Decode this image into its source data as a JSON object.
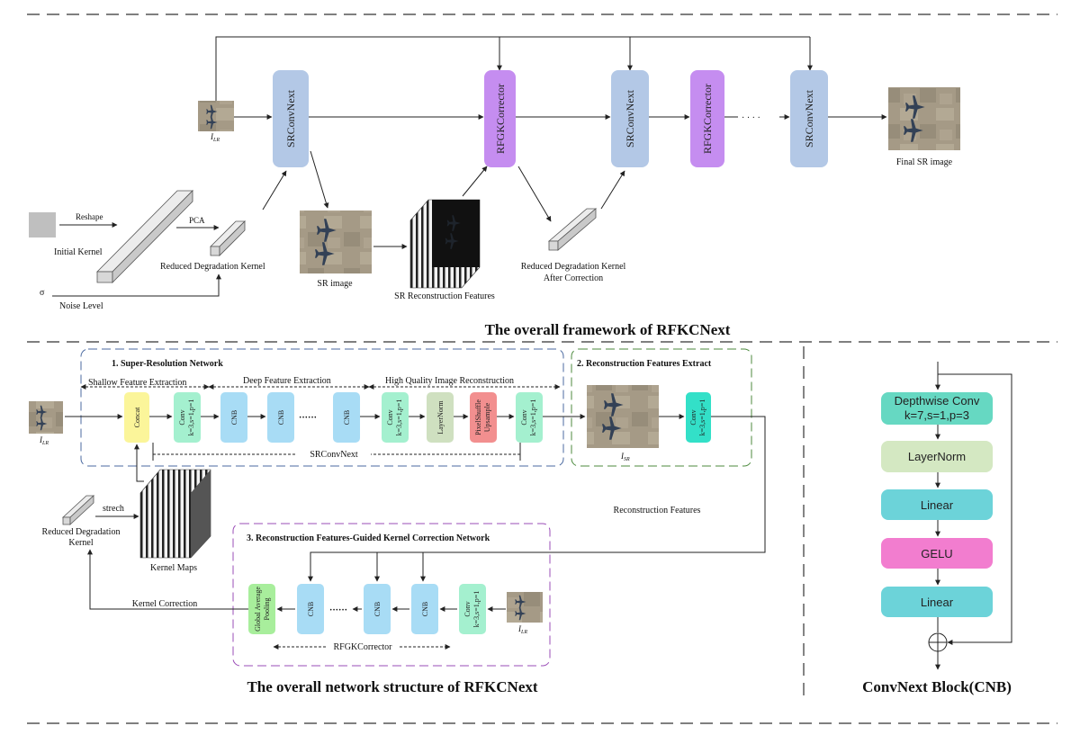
{
  "top": {
    "title": "The overall framework of RFKCNext",
    "ilr": "I",
    "ilr_sub": "LR",
    "srconvnext": "SRConvNext",
    "rfgkcorrector": "RFGKCorrector",
    "dots": "· · · ·",
    "final_sr": "Final SR image",
    "reshape": "Reshape",
    "pca": "PCA",
    "initial_kernel": "Initial Kernel",
    "reduced_kernel": "Reduced Degradation Kernel",
    "sigma": "σ",
    "noise_level": "Noise Level",
    "sr_image": "SR image",
    "sr_features": "SR Reconstruction  Features",
    "reduced_after_1": "Reduced Degradation Kernel",
    "reduced_after_2": "After Correction"
  },
  "bottom": {
    "title": "The overall network structure of RFKCNext",
    "sec1": "1. Super-Resolution Network",
    "shallow": "Shallow Feature Extraction",
    "deep": "Deep Feature Extraction",
    "hq": "High Quality Image Reconstruction",
    "concat": "Concat",
    "conv": "Conv",
    "conv_params": "k=3,s=1,p=1",
    "cnb": "CNB",
    "dots": "······",
    "layernorm": "LayerNorm",
    "pixelshuffle": "PixelShuffle",
    "upsample": "Upsample",
    "srconvnext": "SRConvNext",
    "sec2": "2. Reconstruction  Features Extract",
    "isr": "I",
    "isr_sub": "SR",
    "ilr": "I",
    "ilr_sub": "LR",
    "recon_features": "Reconstruction  Features",
    "strech": "strech",
    "reduced_kernel_1": "Reduced Degradation",
    "reduced_kernel_2": "Kernel",
    "kernel_maps": "Kernel Maps",
    "sec3": "3. Reconstruction Features-Guided Kernel Correction Network",
    "gap_1": "Global Average",
    "gap_2": "Pooling",
    "kernel_correction": "Kernel Correction",
    "rfgkcorrector": "RFGKCorrector"
  },
  "cnb": {
    "title": "ConvNext  Block(CNB)",
    "dw_1": "Depthwise Conv",
    "dw_2": "k=7,s=1,p=3",
    "layernorm": "LayerNorm",
    "linear": "Linear",
    "gelu": "GELU"
  },
  "colors": {
    "srconvnext": "#b3c8e6",
    "rfgk": "#c58df0",
    "concat": "#fbf59a",
    "conv": "#a4f0cf",
    "cnb": "#a8dcf5",
    "layernorm": "#cfe0c0",
    "pixelshuffle": "#f28f8f",
    "conv2": "#33e0c8",
    "gap": "#a8ee9c",
    "dw": "#66d8c2",
    "ln_blk": "#d4e8c2",
    "linear": "#6cd3d9",
    "gelu": "#f27dcf"
  }
}
